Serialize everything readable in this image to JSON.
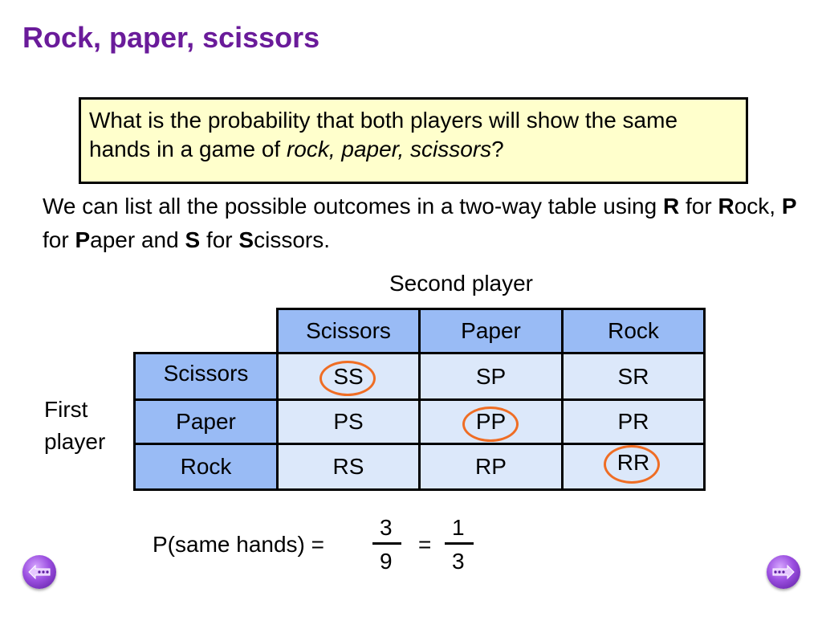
{
  "title": "Rock, paper, scissors",
  "question": {
    "part1": "What is the probability that both players will show the same hands in a game of ",
    "italic": "rock, paper, scissors",
    "part2": "?"
  },
  "intro": {
    "line1": "We can list all the possible outcomes in a two-way table using ",
    "R": "R",
    "for1": " for ",
    "R2": "R",
    "ock": "ock, ",
    "P": "P",
    "for2": " for ",
    "P2": "P",
    "aper": "aper and ",
    "S": "S",
    "for3": " for ",
    "S2": "S",
    "cissors": "cissors."
  },
  "table": {
    "second_player_label": "Second player",
    "first_player_label_line1": "First",
    "first_player_label_line2": "player",
    "columns": [
      "Scissors",
      "Paper",
      "Rock"
    ],
    "rows": [
      {
        "label": "Scissors",
        "cells": [
          "SS",
          "SP",
          "SR"
        ]
      },
      {
        "label": "Paper",
        "cells": [
          "PS",
          "PP",
          "PR"
        ]
      },
      {
        "label": "Rock",
        "cells": [
          "RS",
          "RP",
          "RR"
        ]
      }
    ],
    "highlighted": [
      "SS",
      "PP",
      "RR"
    ]
  },
  "formula": {
    "lhs": "P(same hands) =",
    "num1": "3",
    "den1": "9",
    "eq": "=",
    "num2": "1",
    "den2": "3"
  },
  "colors": {
    "title": "#6a1b9a",
    "header_fill": "#99bbf5",
    "cell_fill": "#dce8fa",
    "box_fill": "#ffffcc",
    "circle": "#ef6d24"
  },
  "nav": {
    "back_icon": "back-arrow-icon",
    "forward_icon": "forward-arrow-icon"
  }
}
